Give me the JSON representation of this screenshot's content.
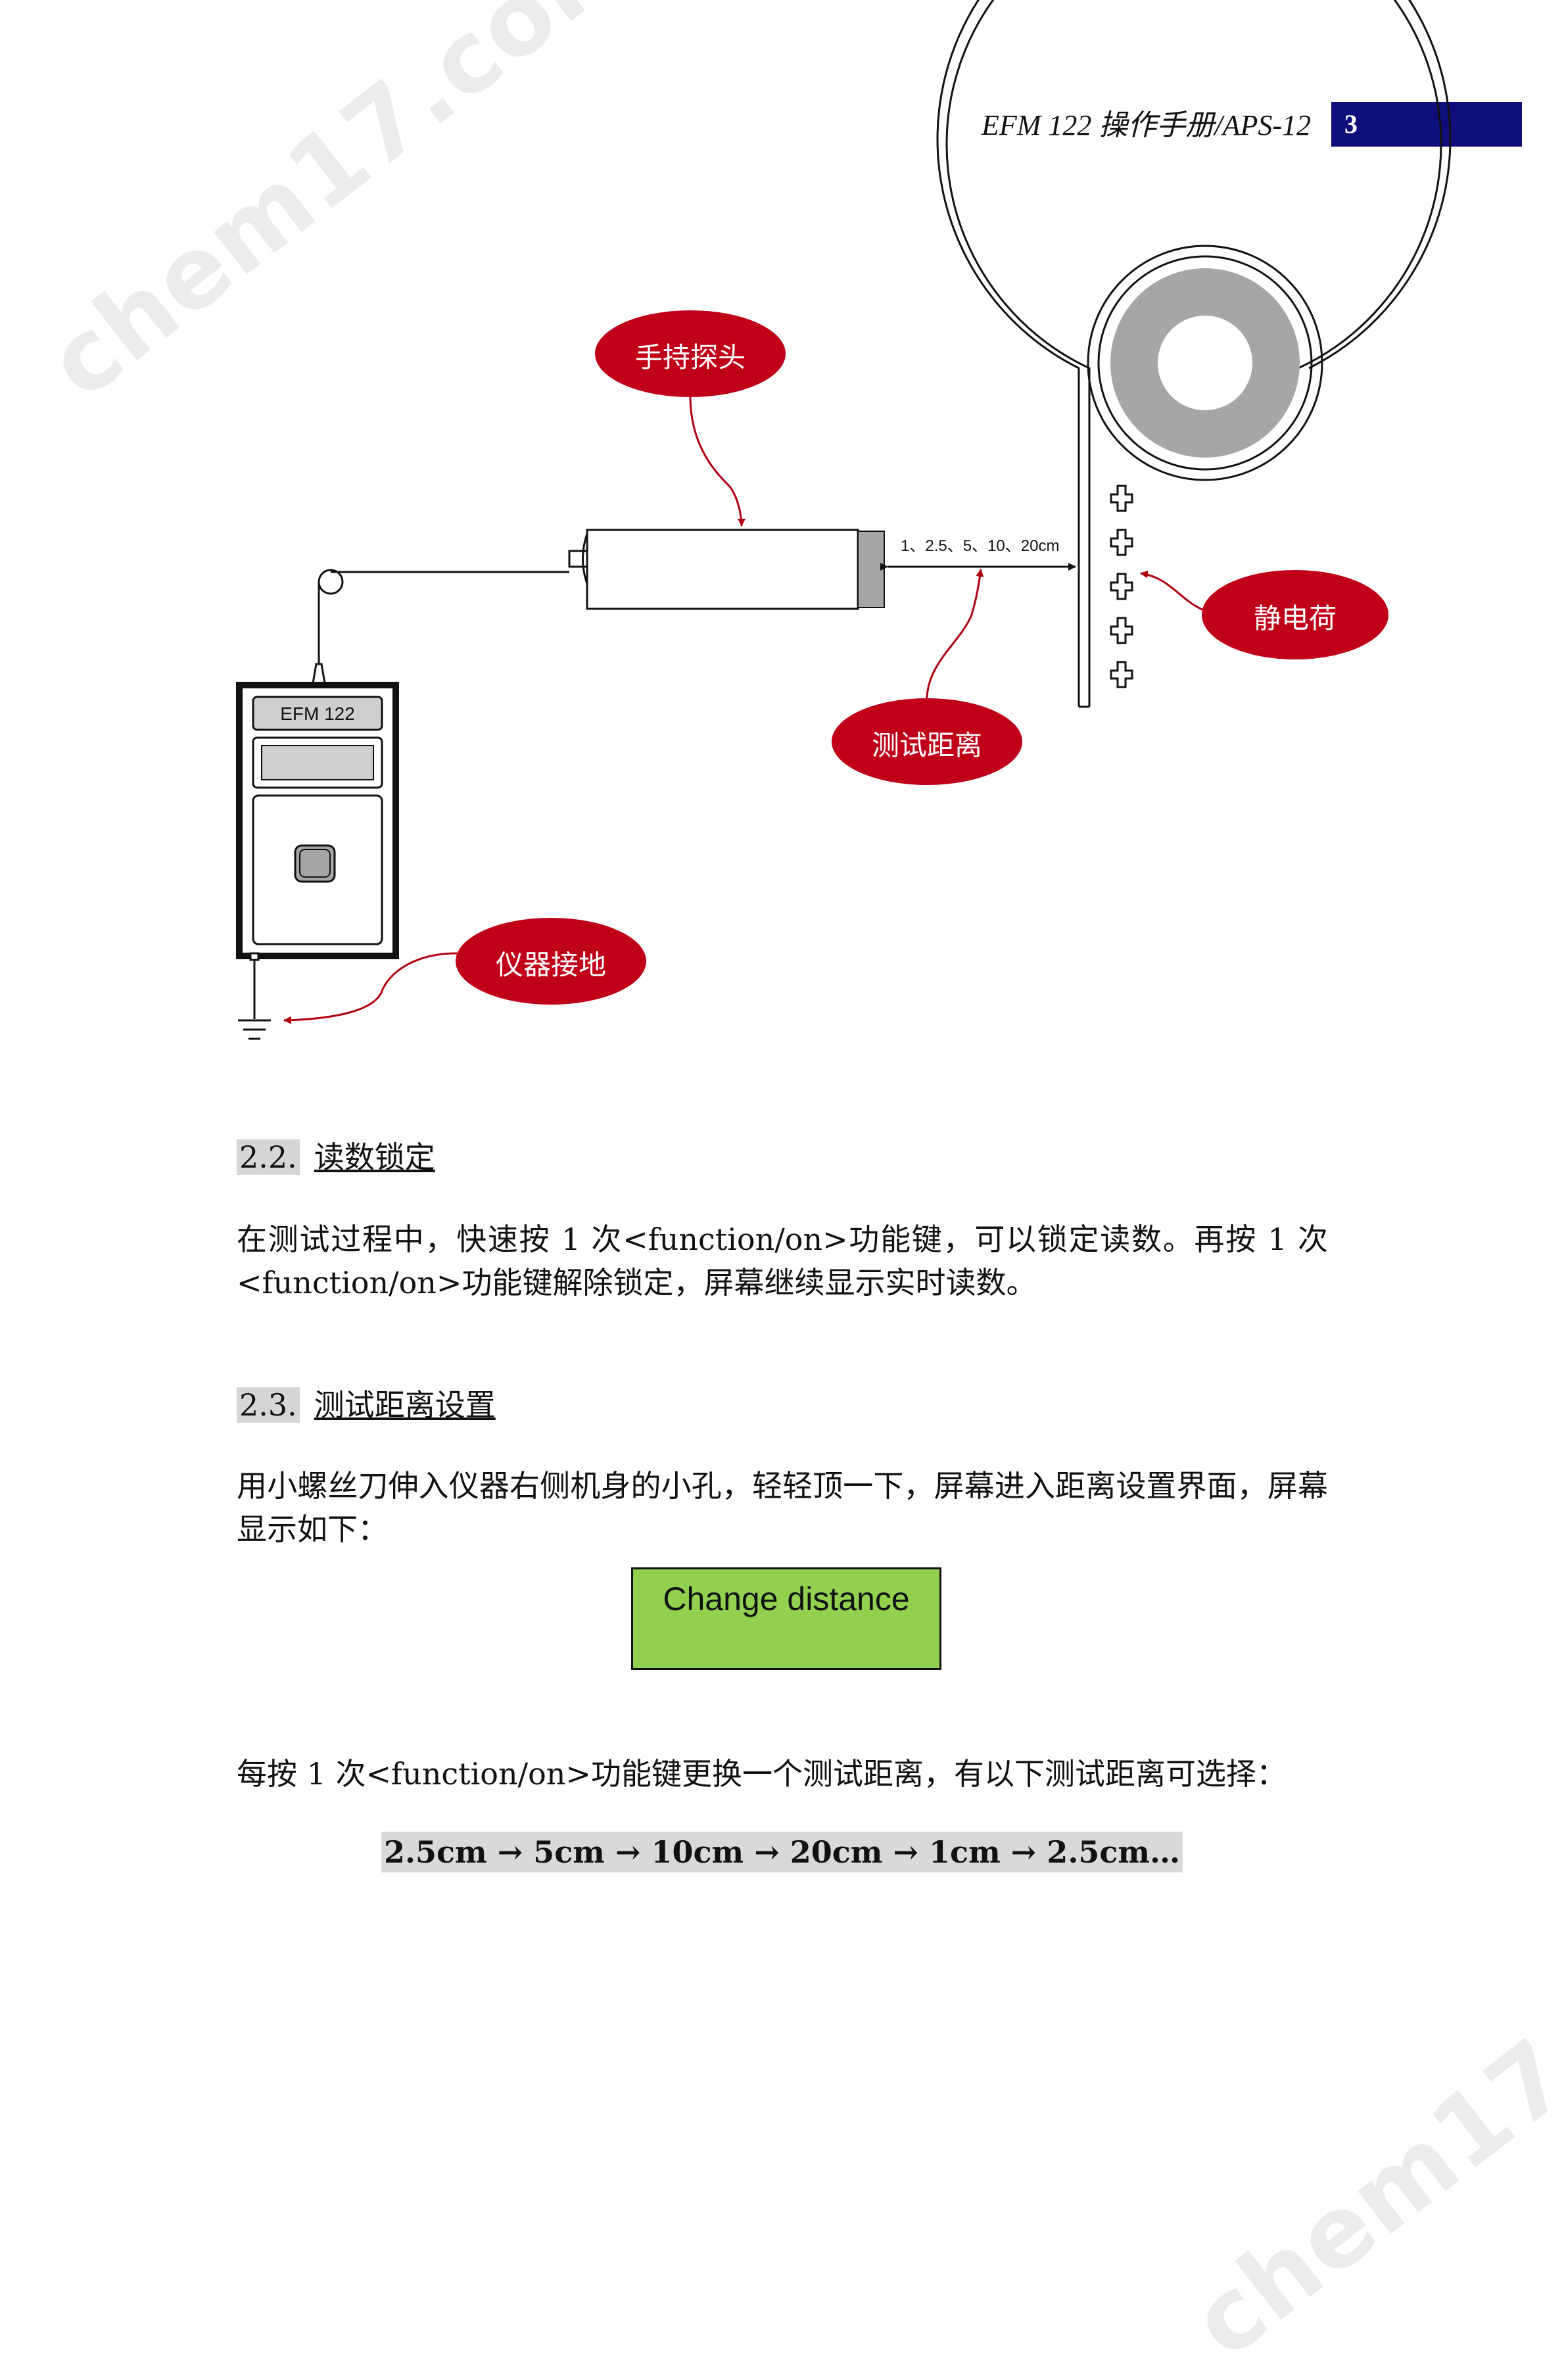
{
  "header": {
    "title": "EFM 122 操作手册/APS-12",
    "page_number": "3"
  },
  "watermark": "chem17.com",
  "diagram": {
    "device_label": "EFM 122",
    "distance_label": "1、2.5、5、10、20cm",
    "callouts": {
      "probe": "手持探头",
      "charge": "静电荷",
      "distance": "测试距离",
      "ground": "仪器接地"
    },
    "colors": {
      "callout_fill": "#c00018",
      "arrow": "#b00010",
      "roll_gray": "#a6a6a6"
    }
  },
  "sections": [
    {
      "number": "2.2.",
      "title": "读数锁定",
      "paragraphs": [
        "在测试过程中，快速按 1 次<function/on>功能键，可以锁定读数。再按 1 次<function/on>功能键解除锁定，屏幕继续显示实时读数。"
      ]
    },
    {
      "number": "2.3.",
      "title": "测试距离设置",
      "paragraphs": [
        "用小螺丝刀伸入仪器右侧机身的小孔，轻轻顶一下，屏幕进入距离设置界面，屏幕显示如下：",
        "每按 1 次<function/on>功能键更换一个测试距离，有以下测试距离可选择："
      ]
    }
  ],
  "lcd_display": {
    "text": "Change distance",
    "color": "#92d050"
  },
  "distance_sequence": "2.5cm → 5cm → 10cm → 20cm → 1cm → 2.5cm…"
}
